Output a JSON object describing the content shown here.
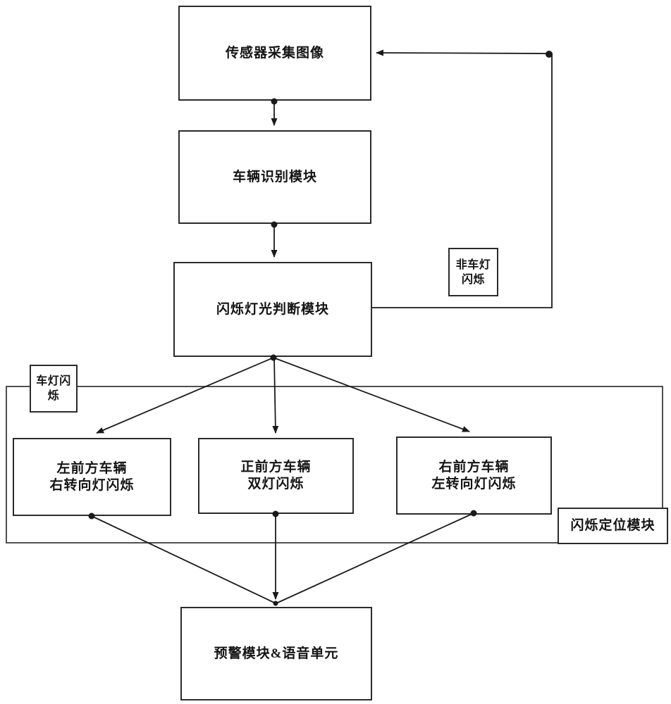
{
  "colors": {
    "background": "#ffffff",
    "line": "#1a1a1a",
    "box_border": "#2b2b2b",
    "container_border": "#4f4f4f",
    "text": "#141414"
  },
  "diagram": {
    "nodes": {
      "sensor": {
        "label": "传感器采集图像"
      },
      "vehicle_recognition": {
        "label": "车辆识别模块"
      },
      "flash_judgment": {
        "label": "闪烁灯光判断模块"
      },
      "non_vehicle_flash": {
        "line1": "非车灯",
        "line2": "闪烁"
      },
      "vehicle_flash": {
        "line1": "车灯闪",
        "line2": "烁"
      },
      "left_front": {
        "line1": "左前方车辆",
        "line2": "右转向灯闪烁"
      },
      "front": {
        "line1": "正前方车辆",
        "line2": "双灯闪烁"
      },
      "right_front": {
        "line1": "右前方车辆",
        "line2": "左转向灯闪烁"
      },
      "flash_locating_module": {
        "label": "闪烁定位模块"
      },
      "warning": {
        "label": "预警模块&语音单元"
      }
    },
    "edges": [
      {
        "from": "sensor",
        "to": "vehicle_recognition"
      },
      {
        "from": "vehicle_recognition",
        "to": "flash_judgment"
      },
      {
        "from": "flash_judgment",
        "to": "sensor",
        "branch_label_node": "non_vehicle_flash"
      },
      {
        "from": "flash_judgment",
        "to": "left_front",
        "branch_label_node": "vehicle_flash"
      },
      {
        "from": "flash_judgment",
        "to": "front",
        "branch_label_node": "vehicle_flash"
      },
      {
        "from": "flash_judgment",
        "to": "right_front",
        "branch_label_node": "vehicle_flash"
      },
      {
        "from": "left_front",
        "to": "warning"
      },
      {
        "from": "front",
        "to": "warning"
      },
      {
        "from": "right_front",
        "to": "warning"
      }
    ]
  }
}
